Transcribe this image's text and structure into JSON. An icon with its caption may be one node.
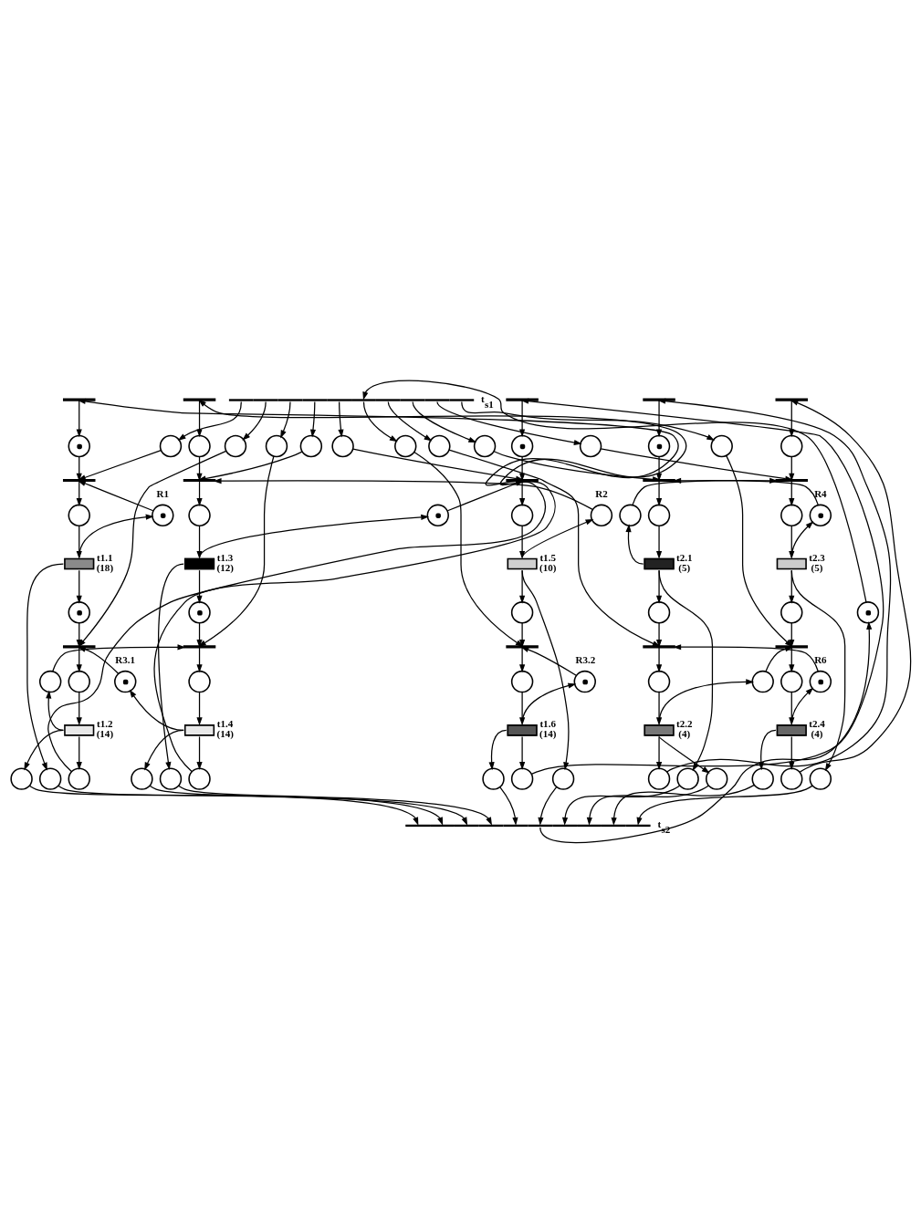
{
  "diagram": {
    "nodes": [
      {
        "text": [],
        "shape": "bar",
        "beside": [
          "t$_{s1}$"
        ]
      },
      {
        "text": [],
        "shape": "circle"
      },
      {
        "text": [],
        "shape": "circle"
      },
      {
        "text": [],
        "shape": "circle"
      },
      {
        "text": [],
        "shape": "circle"
      },
      {
        "text": [],
        "shape": "circle"
      },
      {
        "text": [],
        "shape": "circle"
      },
      {
        "text": [],
        "shape": "circle"
      },
      {
        "text": [],
        "shape": "circle"
      },
      {
        "text": [],
        "shape": "circle"
      },
      {
        "text": [],
        "shape": "circle"
      },
      {
        "text": [],
        "shape": "bar"
      },
      {
        "text": [],
        "shape": "token"
      },
      {
        "text": [],
        "shape": "bar"
      },
      {
        "text": [],
        "shape": "circle"
      },
      {
        "text": [],
        "shape": "box",
        "beside": [
          "t1.1",
          "(18)"
        ]
      },
      {
        "text": [],
        "shape": "token"
      },
      {
        "text": [],
        "shape": "bar"
      },
      {
        "text": [],
        "shape": "circle"
      },
      {
        "text": [],
        "shape": "box",
        "beside": [
          "t1.2",
          "(14)"
        ]
      },
      {
        "text": [],
        "shape": "circle"
      },
      {
        "text": [],
        "shape": "bar"
      },
      {
        "text": [],
        "shape": "circle"
      },
      {
        "text": [],
        "shape": "bar"
      },
      {
        "text": [],
        "shape": "circle"
      },
      {
        "text": [],
        "shape": "box",
        "beside": [
          "t1.3",
          "(12)"
        ]
      },
      {
        "text": [],
        "shape": "token"
      },
      {
        "text": [],
        "shape": "bar"
      },
      {
        "text": [],
        "shape": "circle"
      },
      {
        "text": [],
        "shape": "box",
        "beside": [
          "t1.4",
          "(14)"
        ]
      },
      {
        "text": [],
        "shape": "circle"
      },
      {
        "text": [],
        "shape": "bar"
      },
      {
        "text": [],
        "shape": "token"
      },
      {
        "text": [],
        "shape": "bar"
      },
      {
        "text": [],
        "shape": "circle"
      },
      {
        "text": [],
        "shape": "box",
        "beside": [
          "t1.5",
          "(10)"
        ]
      },
      {
        "text": [],
        "shape": "circle"
      },
      {
        "text": [],
        "shape": "bar"
      },
      {
        "text": [],
        "shape": "circle"
      },
      {
        "text": [],
        "shape": "box",
        "beside": [
          "t1.6",
          "(14)"
        ]
      },
      {
        "text": [],
        "shape": "circle"
      },
      {
        "text": [],
        "shape": "bar"
      },
      {
        "text": [],
        "shape": "token"
      },
      {
        "text": [],
        "shape": "bar"
      },
      {
        "text": [],
        "shape": "circle"
      },
      {
        "text": [],
        "shape": "box",
        "beside": [
          "t2.1",
          "(5)"
        ]
      },
      {
        "text": [],
        "shape": "circle"
      },
      {
        "text": [],
        "shape": "bar"
      },
      {
        "text": [],
        "shape": "circle"
      },
      {
        "text": [],
        "shape": "box",
        "beside": [
          "t2.2",
          "(4)"
        ]
      },
      {
        "text": [],
        "shape": "circle"
      },
      {
        "text": [],
        "shape": "bar"
      },
      {
        "text": [],
        "shape": "circle"
      },
      {
        "text": [],
        "shape": "bar"
      },
      {
        "text": [],
        "shape": "circle"
      },
      {
        "text": [],
        "shape": "box",
        "beside": [
          "t2.3",
          "(5)"
        ]
      },
      {
        "text": [],
        "shape": "circle"
      },
      {
        "text": [],
        "shape": "bar"
      },
      {
        "text": [],
        "shape": "circle"
      },
      {
        "text": [],
        "shape": "box",
        "beside": [
          "t2.4",
          "(4)"
        ]
      },
      {
        "text": [],
        "shape": "circle"
      },
      {
        "text": [],
        "shape": "token",
        "beside": [
          "R1"
        ]
      },
      {
        "text": [],
        "shape": "circle",
        "beside": [
          "R2"
        ]
      },
      {
        "text": [],
        "shape": "token"
      },
      {
        "text": [],
        "shape": "token",
        "beside": [
          "R3.1"
        ]
      },
      {
        "text": [],
        "shape": "circle"
      },
      {
        "text": [],
        "shape": "token",
        "beside": [
          "R3.2"
        ]
      },
      {
        "text": [],
        "shape": "token",
        "beside": [
          "R4"
        ]
      },
      {
        "text": [],
        "shape": "circle"
      },
      {
        "text": [],
        "shape": "token",
        "beside": [
          "R6"
        ]
      },
      {
        "text": [],
        "shape": "circle"
      },
      {
        "text": [],
        "shape": "circle"
      },
      {
        "text": [],
        "shape": "circle"
      },
      {
        "text": [],
        "shape": "circle"
      },
      {
        "text": [],
        "shape": "circle"
      },
      {
        "text": [],
        "shape": "circle"
      },
      {
        "text": [],
        "shape": "circle"
      },
      {
        "text": [],
        "shape": "circle"
      },
      {
        "text": [],
        "shape": "circle"
      },
      {
        "text": [],
        "shape": "circle"
      },
      {
        "text": [],
        "shape": "circle"
      },
      {
        "text": [],
        "shape": "bar",
        "beside": [
          "t$_{s2}$"
        ]
      },
      {
        "text": [],
        "shape": "token"
      }
    ],
    "edges": [
      {
        "from": 0,
        "to": 1,
        "arrow": "to"
      },
      {
        "from": 0,
        "to": 2,
        "arrow": "to"
      },
      {
        "from": 0,
        "to": 3,
        "arrow": "to"
      },
      {
        "from": 0,
        "to": 4,
        "arrow": "to"
      },
      {
        "from": 0,
        "to": 5,
        "arrow": "to"
      },
      {
        "from": 0,
        "to": 6,
        "arrow": "to"
      },
      {
        "from": 0,
        "to": 7,
        "arrow": "to"
      },
      {
        "from": 0,
        "to": 8,
        "arrow": "to"
      },
      {
        "from": 0,
        "to": 9,
        "arrow": "to"
      },
      {
        "from": 0,
        "to": 10,
        "arrow": "to"
      },
      {
        "from": 11,
        "to": 12,
        "arrow": "to"
      },
      {
        "from": 12,
        "to": 13,
        "arrow": "to"
      },
      {
        "from": 13,
        "to": 14,
        "arrow": "to"
      },
      {
        "from": 14,
        "to": 15,
        "arrow": "to"
      },
      {
        "from": 15,
        "to": 16,
        "arrow": "to"
      },
      {
        "from": 16,
        "to": 17,
        "arrow": "to"
      },
      {
        "from": 17,
        "to": 18,
        "arrow": "to"
      },
      {
        "from": 18,
        "to": 19,
        "arrow": "to"
      },
      {
        "from": 19,
        "to": 20,
        "arrow": "to"
      },
      {
        "from": 20,
        "to": 11,
        "arrow": "to"
      },
      {
        "from": 21,
        "to": 22,
        "arrow": "to"
      },
      {
        "from": 22,
        "to": 23,
        "arrow": "to"
      },
      {
        "from": 23,
        "to": 24,
        "arrow": "to"
      },
      {
        "from": 24,
        "to": 25,
        "arrow": "to"
      },
      {
        "from": 25,
        "to": 26,
        "arrow": "to"
      },
      {
        "from": 26,
        "to": 27,
        "arrow": "to"
      },
      {
        "from": 27,
        "to": 28,
        "arrow": "to"
      },
      {
        "from": 28,
        "to": 29,
        "arrow": "to"
      },
      {
        "from": 29,
        "to": 30,
        "arrow": "to"
      },
      {
        "from": 30,
        "to": 21,
        "arrow": "to"
      },
      {
        "from": 31,
        "to": 32,
        "arrow": "to"
      },
      {
        "from": 32,
        "to": 33,
        "arrow": "to"
      },
      {
        "from": 33,
        "to": 34,
        "arrow": "to"
      },
      {
        "from": 34,
        "to": 35,
        "arrow": "to"
      },
      {
        "from": 35,
        "to": 36,
        "arrow": "to"
      },
      {
        "from": 36,
        "to": 37,
        "arrow": "to"
      },
      {
        "from": 37,
        "to": 38,
        "arrow": "to"
      },
      {
        "from": 38,
        "to": 39,
        "arrow": "to"
      },
      {
        "from": 39,
        "to": 40,
        "arrow": "to"
      },
      {
        "from": 40,
        "to": 31,
        "arrow": "to"
      },
      {
        "from": 41,
        "to": 42,
        "arrow": "to"
      },
      {
        "from": 42,
        "to": 43,
        "arrow": "to"
      },
      {
        "from": 43,
        "to": 44,
        "arrow": "to"
      },
      {
        "from": 44,
        "to": 45,
        "arrow": "to"
      },
      {
        "from": 45,
        "to": 46,
        "arrow": "to"
      },
      {
        "from": 46,
        "to": 47,
        "arrow": "to"
      },
      {
        "from": 47,
        "to": 48,
        "arrow": "to"
      },
      {
        "from": 48,
        "to": 49,
        "arrow": "to"
      },
      {
        "from": 49,
        "to": 50,
        "arrow": "to"
      },
      {
        "from": 50,
        "to": 41,
        "arrow": "to"
      },
      {
        "from": 51,
        "to": 52,
        "arrow": "to"
      },
      {
        "from": 52,
        "to": 53,
        "arrow": "to"
      },
      {
        "from": 53,
        "to": 54,
        "arrow": "to"
      },
      {
        "from": 54,
        "to": 55,
        "arrow": "to"
      },
      {
        "from": 55,
        "to": 56,
        "arrow": "to"
      },
      {
        "from": 56,
        "to": 57,
        "arrow": "to"
      },
      {
        "from": 57,
        "to": 58,
        "arrow": "to"
      },
      {
        "from": 58,
        "to": 59,
        "arrow": "to"
      },
      {
        "from": 59,
        "to": 60,
        "arrow": "to"
      },
      {
        "from": 60,
        "to": 51,
        "arrow": "to"
      },
      {
        "from": 1,
        "to": 13,
        "arrow": "to"
      },
      {
        "from": 2,
        "to": 17,
        "arrow": "to"
      },
      {
        "from": 3,
        "to": 27,
        "arrow": "to"
      },
      {
        "from": 4,
        "to": 23,
        "arrow": "to"
      },
      {
        "from": 5,
        "to": 33,
        "arrow": "to"
      },
      {
        "from": 6,
        "to": 37,
        "arrow": "to"
      },
      {
        "from": 7,
        "to": 47,
        "arrow": "to"
      },
      {
        "from": 8,
        "to": 43,
        "arrow": "to"
      },
      {
        "from": 9,
        "to": 53,
        "arrow": "to"
      },
      {
        "from": 10,
        "to": 57,
        "arrow": "to"
      },
      {
        "from": 61,
        "to": 13,
        "arrow": "to"
      },
      {
        "from": 15,
        "to": 61,
        "arrow": "to"
      },
      {
        "from": 62,
        "to": 23,
        "arrow": "to"
      },
      {
        "from": 35,
        "to": 62,
        "arrow": "to"
      },
      {
        "from": 63,
        "to": 33,
        "arrow": "to"
      },
      {
        "from": 25,
        "to": 63,
        "arrow": "to"
      },
      {
        "from": 64,
        "to": 17,
        "arrow": "to"
      },
      {
        "from": 29,
        "to": 64,
        "arrow": "to"
      },
      {
        "from": 65,
        "to": 27,
        "arrow": "to"
      },
      {
        "from": 19,
        "to": 65,
        "arrow": "to"
      },
      {
        "from": 66,
        "to": 37,
        "arrow": "to"
      },
      {
        "from": 39,
        "to": 66,
        "arrow": "to"
      },
      {
        "from": 67,
        "to": 43,
        "arrow": "to"
      },
      {
        "from": 55,
        "to": 67,
        "arrow": "to"
      },
      {
        "from": 68,
        "to": 53,
        "arrow": "to"
      },
      {
        "from": 45,
        "to": 68,
        "arrow": "to"
      },
      {
        "from": 69,
        "to": 47,
        "arrow": "to"
      },
      {
        "from": 59,
        "to": 69,
        "arrow": "to"
      },
      {
        "from": 70,
        "to": 57,
        "arrow": "to"
      },
      {
        "from": 49,
        "to": 70,
        "arrow": "to"
      },
      {
        "from": 15,
        "to": 72,
        "arrow": "to"
      },
      {
        "from": 19,
        "to": 71,
        "arrow": "to"
      },
      {
        "from": 25,
        "to": 74,
        "arrow": "to"
      },
      {
        "from": 29,
        "to": 73,
        "arrow": "to"
      },
      {
        "from": 35,
        "to": 76,
        "arrow": "to"
      },
      {
        "from": 39,
        "to": 75,
        "arrow": "to"
      },
      {
        "from": 45,
        "to": 77,
        "arrow": "to"
      },
      {
        "from": 49,
        "to": 78,
        "arrow": "to"
      },
      {
        "from": 55,
        "to": 80,
        "arrow": "to"
      },
      {
        "from": 59,
        "to": 79,
        "arrow": "to"
      },
      {
        "from": 71,
        "to": 81,
        "arrow": "to"
      },
      {
        "from": 72,
        "to": 81,
        "arrow": "to"
      },
      {
        "from": 73,
        "to": 81,
        "arrow": "to"
      },
      {
        "from": 74,
        "to": 81,
        "arrow": "to"
      },
      {
        "from": 75,
        "to": 81,
        "arrow": "to"
      },
      {
        "from": 76,
        "to": 81,
        "arrow": "to"
      },
      {
        "from": 77,
        "to": 81,
        "arrow": "to"
      },
      {
        "from": 78,
        "to": 81,
        "arrow": "to"
      },
      {
        "from": 79,
        "to": 81,
        "arrow": "to"
      },
      {
        "from": 80,
        "to": 81,
        "arrow": "to"
      },
      {
        "from": 81,
        "to": 82,
        "arrow": "to"
      },
      {
        "from": 82,
        "to": 0,
        "arrow": "to"
      }
    ]
  }
}
